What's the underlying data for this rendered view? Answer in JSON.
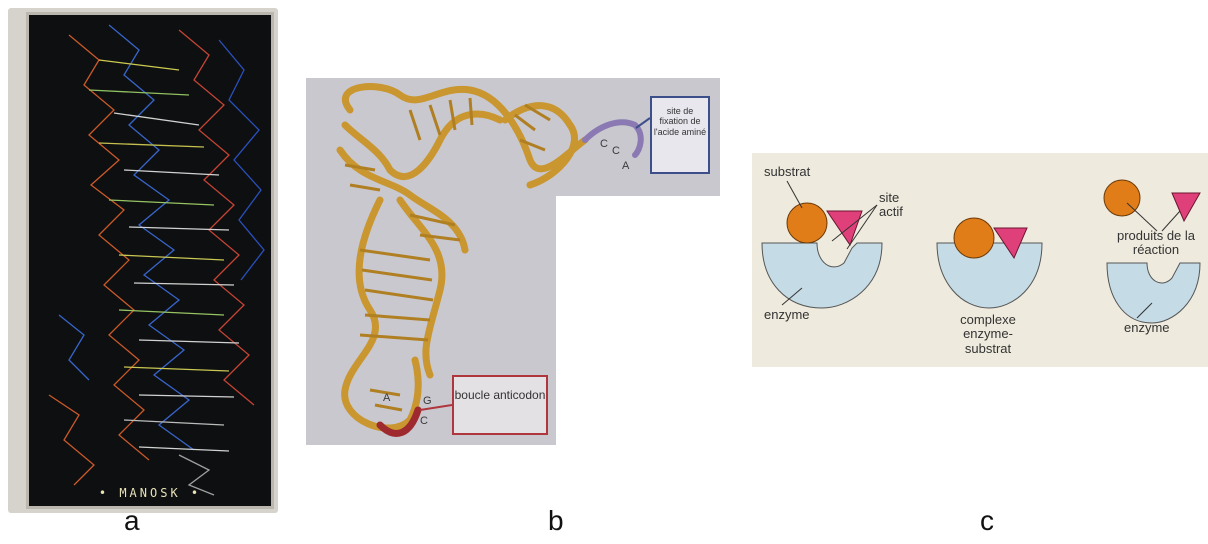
{
  "panel_a": {
    "caption": "• MANOSK •",
    "letter": "a"
  },
  "panel_b": {
    "site_label": "site de fixation de l'acide aminé",
    "loop_label": "boucle anticodon",
    "cca": [
      "C",
      "C",
      "A"
    ],
    "anticodon": [
      "A",
      "G",
      "C"
    ],
    "letter": "b"
  },
  "panel_c": {
    "substrat": "substrat",
    "site_actif": "site actif",
    "enzyme_left": "enzyme",
    "complexe": "complexe enzyme-substrat",
    "produits": "produits de la réaction",
    "enzyme_right": "enzyme",
    "letter": "c"
  },
  "colors": {
    "helix_gold": "#c9962f",
    "substrate_orange": "#e07d18",
    "product_pink": "#e0407a",
    "enzyme_blue": "#c5dbe6",
    "loop_red": "#9e2a2f",
    "site_box_border": "#3d4f8a"
  }
}
